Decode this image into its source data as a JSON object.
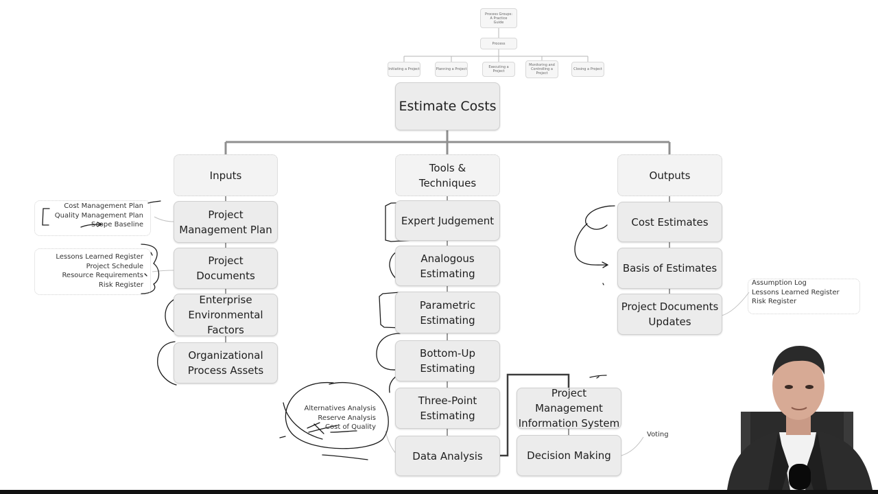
{
  "mini_map": {
    "top": "Process Groups:\nA Practice\nGuide",
    "process": "Process",
    "groups": [
      "Initiating a Project",
      "Planning a Project",
      "Executing a\nProject",
      "Monitoring and\nControlling a\nProject",
      "Closing a Project"
    ]
  },
  "root": "Estimate Costs",
  "columns": {
    "inputs": "Inputs",
    "tools": "Tools &\nTechniques",
    "outputs": "Outputs"
  },
  "inputs": [
    "Project\nManagement Plan",
    "Project\nDocuments",
    "Enterprise\nEnvironmental\nFactors",
    "Organizational\nProcess Assets"
  ],
  "tools": [
    "Expert Judgement",
    "Analogous\nEstimating",
    "Parametric\nEstimating",
    "Bottom-Up\nEstimating",
    "Three-Point\nEstimating",
    "Data Analysis"
  ],
  "tools_side": [
    "Project\nManagement\nInformation System",
    "Decision Making"
  ],
  "outputs": [
    "Cost Estimates",
    "Basis of Estimates",
    "Project Documents\nUpdates"
  ],
  "notes": {
    "pmp": [
      "Cost Management Plan",
      "Quality Management Plan",
      "Scope Baseline"
    ],
    "docs": [
      "Lessons Learned Register",
      "Project Schedule",
      "Resource Requirements",
      "Risk Register"
    ],
    "data_analysis": [
      "Alternatives Analysis",
      "Reserve Analysis",
      "Cost of Quality"
    ],
    "decision_making": [
      "Voting"
    ],
    "doc_updates": [
      "Assumption Log",
      "Lessons Learned Register",
      "Risk Register"
    ]
  },
  "colors": {
    "box_fill": "#ececec",
    "box_border": "#cfcfcf",
    "connector": "#9a9a9a",
    "ink": "#1a1a1a",
    "background": "#ffffff"
  }
}
